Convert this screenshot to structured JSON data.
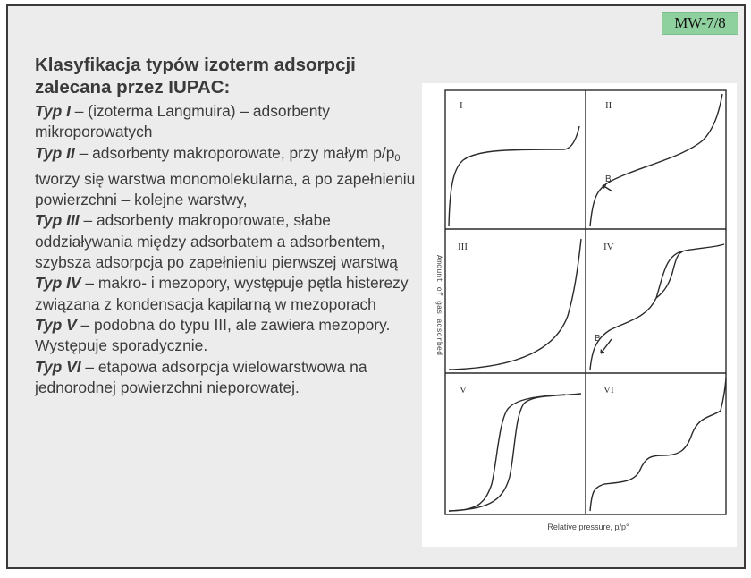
{
  "badge": "MW-7/8",
  "title": "Klasyfikacja typów izoterm adsorpcji zalecana przez IUPAC:",
  "types": [
    {
      "label": "Typ I",
      "text": " – (izoterma Langmuira) – adsorbenty mikroporowatych"
    },
    {
      "label": "Typ II",
      "text": " – adsorbenty makroporowate, przy małym p/p",
      "sub": "0",
      "text_after": " tworzy się warstwa monomolekularna, a po zapełnieniu powierzchni – kolejne warstwy,"
    },
    {
      "label": "Typ III",
      "text": " – adsorbenty makroporowate, słabe oddziaływania między adsorbatem a adsorbentem, szybsza adsorpcja po zapełnieniu pierwszej warstwą"
    },
    {
      "label": "Typ IV",
      "text": " – makro- i mezopory, występuje pętla histerezy związana z kondensacja kapilarną w mezoporach"
    },
    {
      "label": "Typ V",
      "text": " – podobna do typu III, ale zawiera mezopory. Występuje sporadycznie."
    },
    {
      "label": "Typ VI",
      "text": " – etapowa adsorpcja wielowarstwowa na jednorodnej powierzchni nieporowatej."
    }
  ],
  "figure": {
    "y_axis_label": "Amount of gas adsorbed",
    "x_axis_label": "Relative pressure, p/p°",
    "panels": [
      "I",
      "II",
      "III",
      "IV",
      "V",
      "VI"
    ],
    "point_label": "B"
  }
}
